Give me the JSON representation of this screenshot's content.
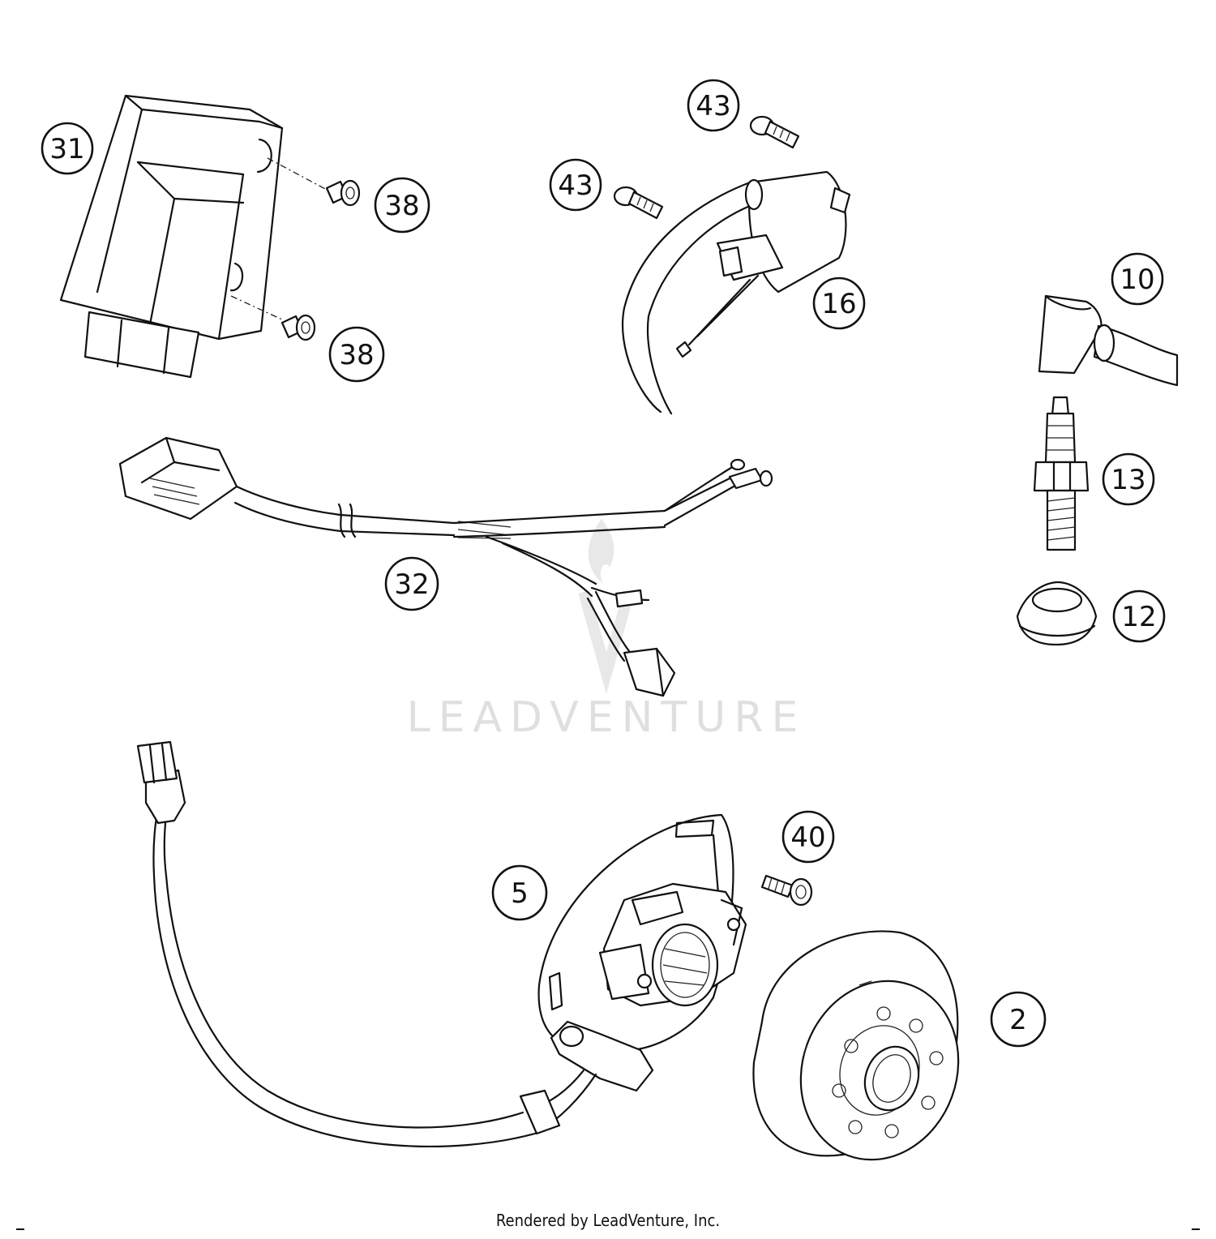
{
  "diagram": {
    "callouts": [
      "31",
      "38",
      "38",
      "43",
      "43",
      "16",
      "10",
      "13",
      "12",
      "32",
      "40",
      "5",
      "2"
    ],
    "watermark": "LEADVENTURE"
  },
  "footer": {
    "text": "Rendered by LeadVenture, Inc."
  }
}
